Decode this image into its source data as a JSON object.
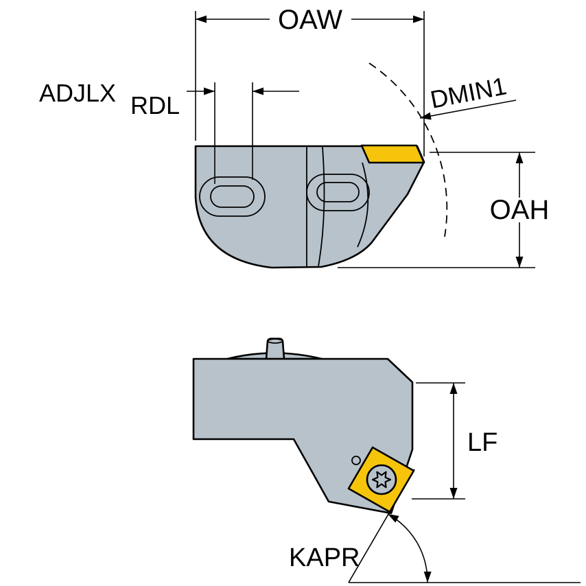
{
  "diagram": {
    "type": "technical-drawing",
    "views": [
      {
        "id": "top-view",
        "dimension_labels": [
          "OAW",
          "ADJLX",
          "RDL",
          "DMIN1",
          "OAH"
        ]
      },
      {
        "id": "side-view",
        "dimension_labels": [
          "LF",
          "KAPR"
        ]
      }
    ]
  },
  "labels": {
    "oaw": "OAW",
    "adjlx": "ADJLX",
    "rdl": "RDL",
    "dmin1": "DMIN1",
    "oah": "OAH",
    "lf": "LF",
    "kapr": "KAPR"
  },
  "colors": {
    "body_fill": "#b8c2ca",
    "insert_fill": "#f6c50b",
    "hole_fill": "#ffffff",
    "line": "#000000",
    "background": "#ffffff"
  }
}
